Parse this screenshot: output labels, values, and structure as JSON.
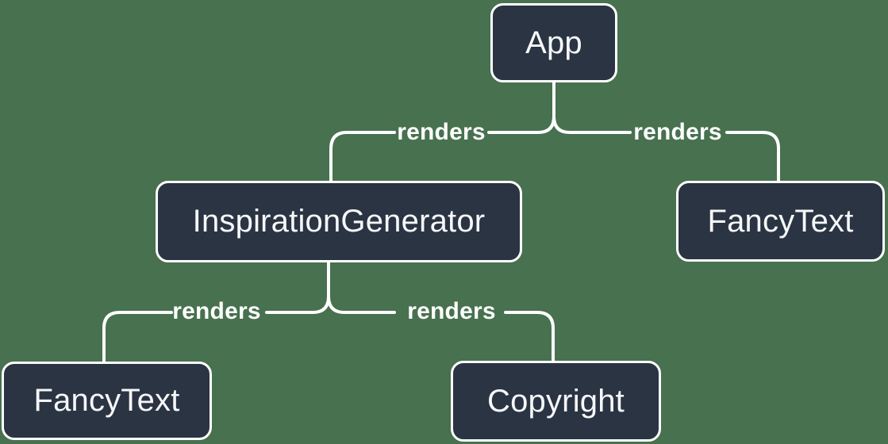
{
  "colors": {
    "background": "#47714F",
    "node_fill": "#2B3442",
    "node_border": "#FFFFFF",
    "node_text": "#F6F7F9",
    "line": "#FFFFFF",
    "edge_label_text": "#FFFFFF"
  },
  "nodes": [
    {
      "id": "app",
      "label": "App"
    },
    {
      "id": "inspiration-generator",
      "label": "InspirationGenerator"
    },
    {
      "id": "fancy-text-top",
      "label": "FancyText"
    },
    {
      "id": "fancy-text-bottom",
      "label": "FancyText"
    },
    {
      "id": "copyright",
      "label": "Copyright"
    }
  ],
  "edges": [
    {
      "from": "App",
      "to": "InspirationGenerator",
      "label": "renders"
    },
    {
      "from": "App",
      "to": "FancyText",
      "label": "renders"
    },
    {
      "from": "InspirationGenerator",
      "to": "FancyText",
      "label": "renders"
    },
    {
      "from": "InspirationGenerator",
      "to": "Copyright",
      "label": "renders"
    }
  ]
}
